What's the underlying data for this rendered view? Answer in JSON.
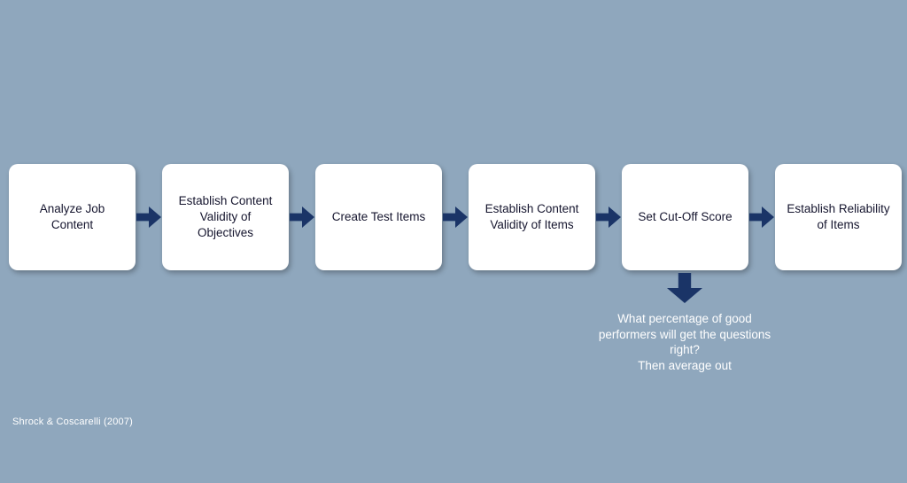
{
  "colors": {
    "background": "#8fa7bd",
    "arrow": "#1a3467",
    "box_bg": "#ffffff",
    "box_text": "#15152e",
    "light_text": "#ffffff"
  },
  "flowchart": {
    "steps": [
      {
        "label": "Analyze Job Content"
      },
      {
        "label": "Establish Content Validity of Objectives"
      },
      {
        "label": "Create Test Items"
      },
      {
        "label": "Establish Content Validity of Items"
      },
      {
        "label": "Set Cut-Off Score"
      },
      {
        "label": "Establish Reliability of Items"
      }
    ],
    "annotation": {
      "attached_to": "Set Cut-Off Score",
      "text": "What percentage of good\nperformers will get the questions\nright?\nThen average out"
    }
  },
  "citation": "Shrock & Coscarelli (2007)"
}
